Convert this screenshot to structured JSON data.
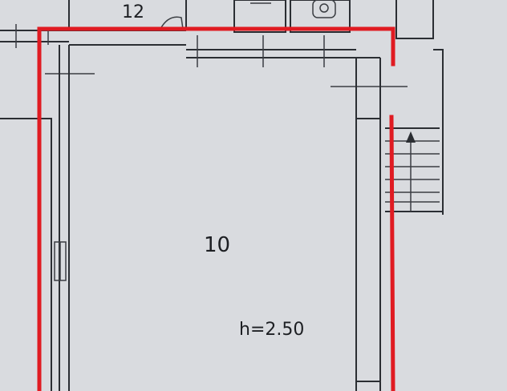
{
  "plan": {
    "room_main_number": "10",
    "room_top_number": "12",
    "ceiling_height": "h=2.50"
  },
  "colors": {
    "background": "#d9dbdf",
    "walls": "#2b2e33",
    "marker": "#e01b22"
  }
}
